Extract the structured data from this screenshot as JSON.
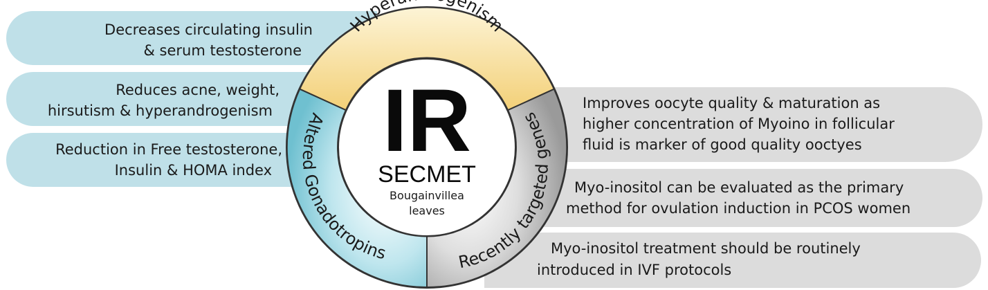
{
  "left_effects": [
    {
      "lines": [
        "Decreases circulating insulin",
        "& serum testosterone"
      ]
    },
    {
      "lines": [
        "Reduces acne, weight,",
        "hirsutism & hyperandrogenism"
      ]
    },
    {
      "lines": [
        "Reduction in Free testosterone,",
        "Insulin & HOMA index"
      ]
    }
  ],
  "right_effects": [
    {
      "lines": [
        "Improves oocyte quality & maturation as",
        "higher concentration of Myoino in follicular",
        "fluid is marker of good quality ooctyes"
      ]
    },
    {
      "lines": [
        "Myo-inositol can be evaluated as the primary",
        "method for ovulation induction in PCOS women"
      ]
    },
    {
      "lines": [
        "Myo-inositol treatment should be routinely",
        "introduced in IVF protocols"
      ]
    }
  ],
  "ring": {
    "top": "Hyperandrogenism",
    "left": "Altered Gonadotropins",
    "right": "Recently targeted genes"
  },
  "center": {
    "abbr": "IR",
    "name": "SECMET",
    "source_lines": [
      "Bougainvillea",
      "leaves"
    ]
  },
  "colors": {
    "left_pill": "#bfe0e8",
    "right_pill": "#dcdcdc",
    "top_segment": "#f5d98a",
    "left_segment": "#8fd0dc",
    "right_segment": "#b5b5b5",
    "outline": "#333333"
  }
}
